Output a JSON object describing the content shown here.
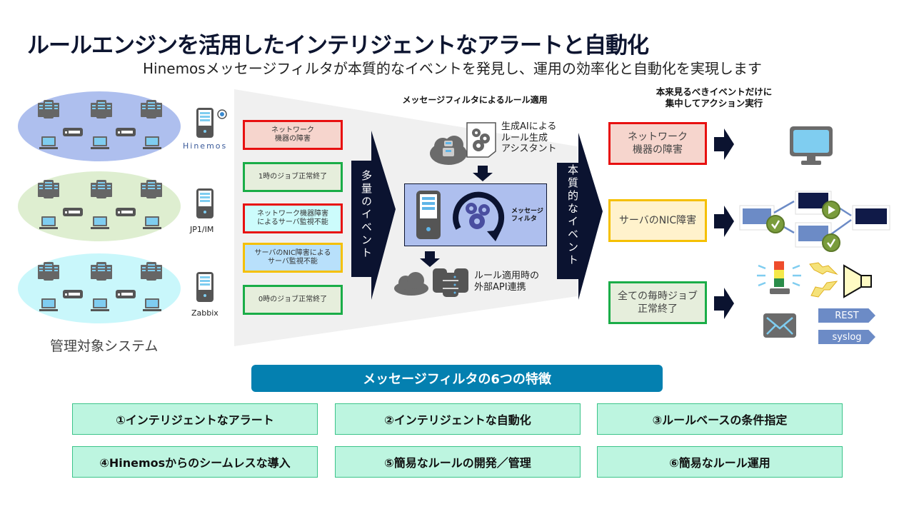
{
  "header": {
    "title": "ルールエンジンを活用したインテリジェントなアラートと自動化",
    "subtitle": "Hinemosメッセージフィルタが本質的なイベントを発見し、運用の効率化と自動化を実現します"
  },
  "managed_systems": {
    "label": "管理対象システム",
    "groups": [
      {
        "color": "#aebfee",
        "tool": "Hinemos"
      },
      {
        "color": "#deeed0",
        "tool": "JP1/IM"
      },
      {
        "color": "#c9f7fb",
        "tool": "Zabbix"
      }
    ]
  },
  "incoming_events": [
    {
      "text": "ネットワーク\n機器の障害",
      "border": "#e81010",
      "fill": "#f6d5cd"
    },
    {
      "text": "1時のジョブ正常終了",
      "border": "#1aad48",
      "fill": "#e6eedc"
    },
    {
      "text": "ネットワーク機器障害\nによるサーバ監視不能",
      "border": "#e81010",
      "fill": "#ccfcfc"
    },
    {
      "text": "サーバのNIC障害による\nサーバ監視不能",
      "border": "#f5c000",
      "fill": "#b8e0fb"
    },
    {
      "text": "0時のジョブ正常終了",
      "border": "#1aad48",
      "fill": "#e6eedc"
    }
  ],
  "many_events_label": "多量のイベント",
  "filter_section": {
    "heading": "メッセージフィルタによるルール適用",
    "ai_label": "生成AIによる\nルール生成\nアシスタント",
    "filter_label": "メッセージ\nフィルタ",
    "api_label": "ルール適用時の\n外部API連携"
  },
  "essential_events_label": "本質的なイベント",
  "actions_section": {
    "heading": "本来見るべきイベントだけに\n集中してアクション実行",
    "events": [
      {
        "text": "ネットワーク\n機器の障害",
        "border": "#e81010",
        "fill": "#f6d5cd",
        "action": "monitor-display"
      },
      {
        "text": "サーバのNIC障害",
        "border": "#f5c000",
        "fill": "#fff2cc",
        "action": "job-workflow"
      },
      {
        "text": "全ての毎時ジョブ\n正常終了",
        "border": "#1aad48",
        "fill": "#e6eedc",
        "action": "notifications"
      }
    ],
    "tags": [
      "REST",
      "syslog"
    ]
  },
  "features": {
    "heading": "メッセージフィルタの6つの特徴",
    "items": [
      "①インテリジェントなアラート",
      "②インテリジェントな自動化",
      "③ルールベースの条件指定",
      "④Hinemosからのシームレスな導入",
      "⑤簡易なルールの開発／管理",
      "⑥簡易なルール運用"
    ]
  },
  "colors": {
    "navy": "#0b1330",
    "feature_header": "#0480b0",
    "feature_fill": "#bdf5e0",
    "filter_box": "#aebfee"
  }
}
